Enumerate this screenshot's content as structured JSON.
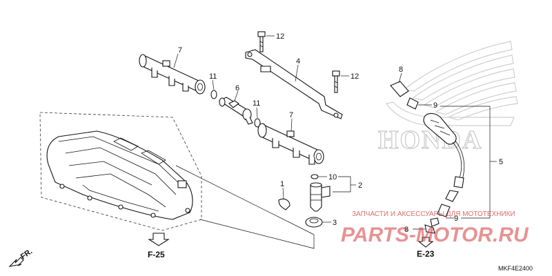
{
  "callouts": {
    "c1": "1",
    "c2": "2",
    "c3": "3",
    "c4": "4",
    "c5": "5",
    "c6": "6",
    "c7a": "7",
    "c7b": "7",
    "c8a": "8",
    "c8b": "8",
    "c9a": "9",
    "c9b": "9",
    "c10": "10",
    "c11a": "11",
    "c11b": "11",
    "c12a": "12",
    "c12b": "12"
  },
  "references": {
    "f25": "F-25",
    "e23": "E-23",
    "front": "FR."
  },
  "catalog_code": "MKF4E2400",
  "watermark": {
    "brand": "HONDA",
    "caption": "ЗАПЧАСТИ И АКСЕССУАРЫ ДЛЯ МОТОТЕХНИКИ",
    "site": "PARTS-MOTOR.RU"
  },
  "colors": {
    "line": "#111111",
    "watermark": "#d23b3b",
    "brand_outline": "#c8c8c8"
  }
}
